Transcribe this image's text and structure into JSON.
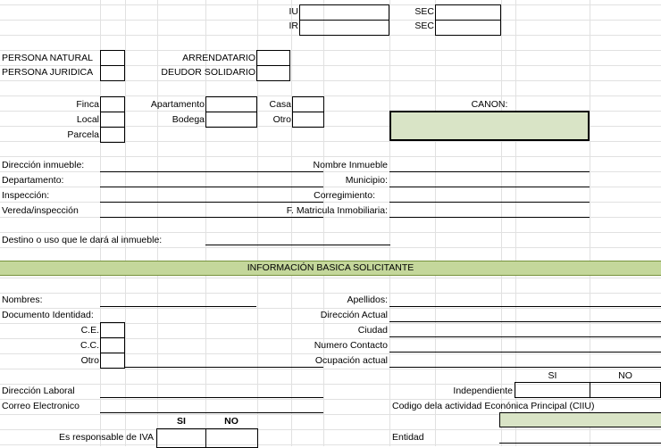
{
  "top": {
    "iu": "IU",
    "ir": "IR",
    "sec1": "SEC",
    "sec2": "SEC"
  },
  "persona": {
    "natural": "PERSONA NATURAL",
    "juridica": "PERSONA JURIDICA",
    "arrendatario": "ARRENDATARIO",
    "deudor": "DEUDOR SOLIDARIO"
  },
  "inmueble": {
    "finca": "Finca",
    "local": "Local",
    "parcela": "Parcela",
    "apartamento": "Apartamento",
    "bodega": "Bodega",
    "casa": "Casa",
    "otro": "Otro",
    "canon": "CANON:"
  },
  "ubicacion": {
    "direccion": "Dirección  inmueble:",
    "departamento": "Departamento:",
    "inspeccion": "Inspección:",
    "vereda": "Vereda/inspección",
    "nombre": "Nombre Inmueble",
    "municipio": "Municipio:",
    "corregimiento": "Corregimiento:",
    "matricula": "F. Matricula Inmobiliaria:",
    "destino": "Destino o uso que le dará al inmueble:"
  },
  "section": {
    "title": "INFORMACIÓN  BASICA SOLICITANTE"
  },
  "solicitante": {
    "nombres": "Nombres:",
    "documento": "Documento Identidad:",
    "ce": "C.E.",
    "cc": "C.C.",
    "otro": "Otro",
    "apellidos": "Apellidos:",
    "direccion_actual": "Dirección Actual",
    "ciudad": "Ciudad",
    "contacto": "Numero Contacto",
    "ocupacion": "Ocupación actual",
    "si": "SI",
    "no": "NO",
    "independiente": "Independiente",
    "laboral": "Dirección Laboral",
    "correo": "Correo Electronico",
    "ciiu": "Codigo dela actividad Econónica Principal (CIIU)",
    "si2": "SI",
    "no2": "NO",
    "iva": "Es responsable de IVA",
    "entidad": "Entidad"
  },
  "colors": {
    "green_fill": "#d9e4c6",
    "band_fill": "#c4d79b",
    "band_border": "#76923c",
    "gridline": "#e1e1e1"
  }
}
